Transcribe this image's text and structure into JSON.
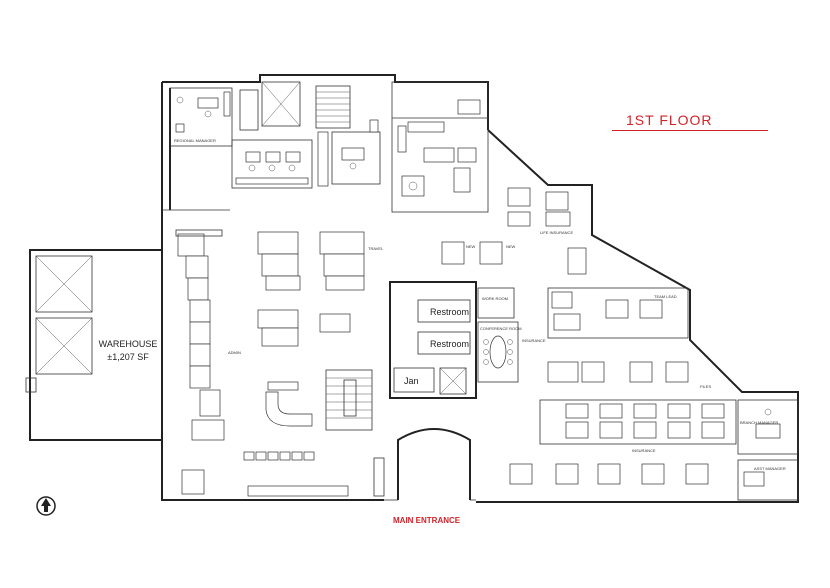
{
  "floor_title": "1ST FLOOR",
  "entrance_label": "MAIN ENTRANCE",
  "warehouse": {
    "name": "WAREHOUSE",
    "area": "±1,207 SF"
  },
  "rooms": {
    "restroom_1": "Restroom",
    "restroom_2": "Restroom",
    "janitor": "Jan"
  },
  "small_labels": {
    "regional_manager": "REGIONAL MANAGER",
    "admin": "ADMIN",
    "travel": "TRAVEL",
    "life_insurance": "LIFE INSURANCE",
    "insurance_1": "INSURANCE",
    "insurance_2": "INSURANCE",
    "conference": "CONFERENCE ROOM",
    "files": "FILES",
    "team_lead": "TEAM LEAD",
    "branch_manager": "BRANCH MANAGER",
    "asst_manager": "ASST MANAGER",
    "work_room": "WORK ROOM",
    "new_1": "NEW",
    "new_2": "NEW"
  },
  "icons": {
    "north": "north-arrow-icon"
  },
  "colors": {
    "accent": "#d2232a",
    "line": "#222222"
  }
}
